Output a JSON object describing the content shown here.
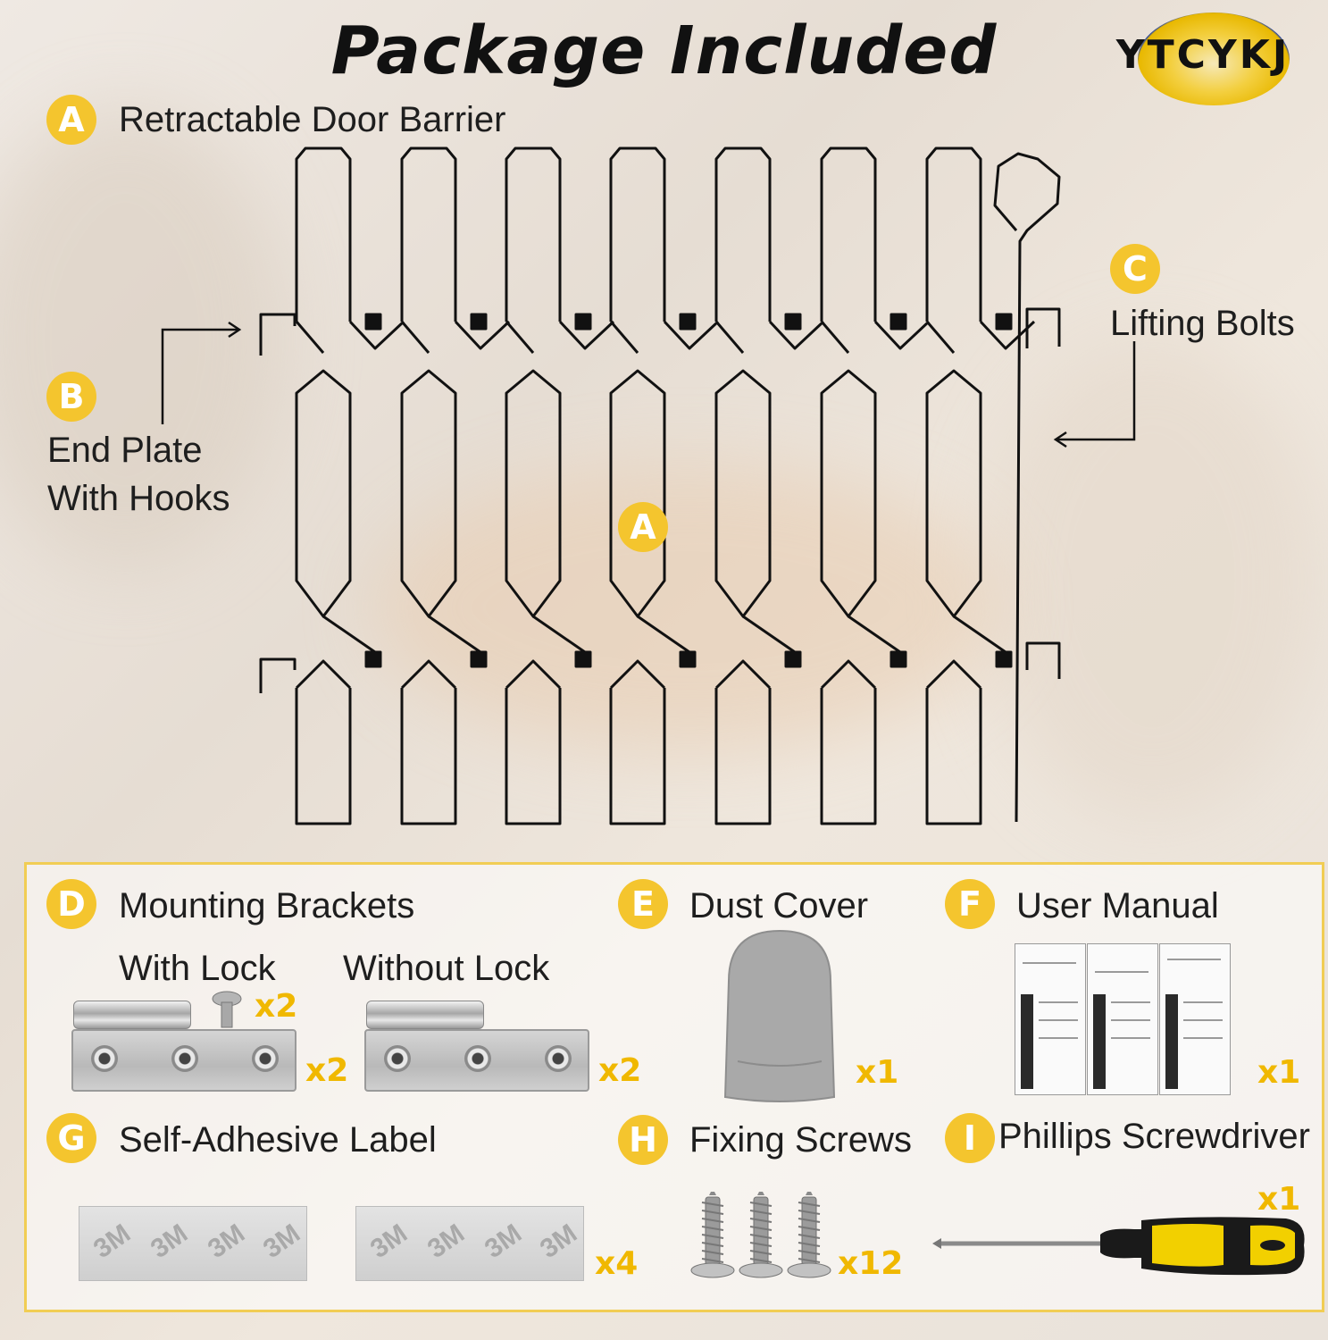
{
  "title": "Package Included",
  "brand": "YTCYKJ",
  "items": {
    "a": {
      "letter": "A",
      "label": "Retractable Door Barrier"
    },
    "b": {
      "letter": "B",
      "label_line1": "End Plate",
      "label_line2": "With Hooks"
    },
    "c": {
      "letter": "C",
      "label": "Lifting Bolts"
    },
    "d": {
      "letter": "D",
      "label": "Mounting Brackets",
      "with_lock": "With Lock",
      "without_lock": "Without Lock",
      "qty_knob": "x2",
      "qty_with": "x2",
      "qty_without": "x2"
    },
    "e": {
      "letter": "E",
      "label": "Dust Cover",
      "qty": "x1"
    },
    "f": {
      "letter": "F",
      "label": "User Manual",
      "qty": "x1"
    },
    "g": {
      "letter": "G",
      "label": "Self-Adhesive Label",
      "qty": "x4",
      "tape_text": "3M"
    },
    "h": {
      "letter": "H",
      "label": "Fixing Screws",
      "qty": "x12"
    },
    "i": {
      "letter": "I",
      "label": "Phillips Screwdriver",
      "qty": "x1"
    }
  },
  "colors": {
    "accent": "#f4c52e",
    "qty": "#f0b800",
    "wire": "#111111"
  }
}
